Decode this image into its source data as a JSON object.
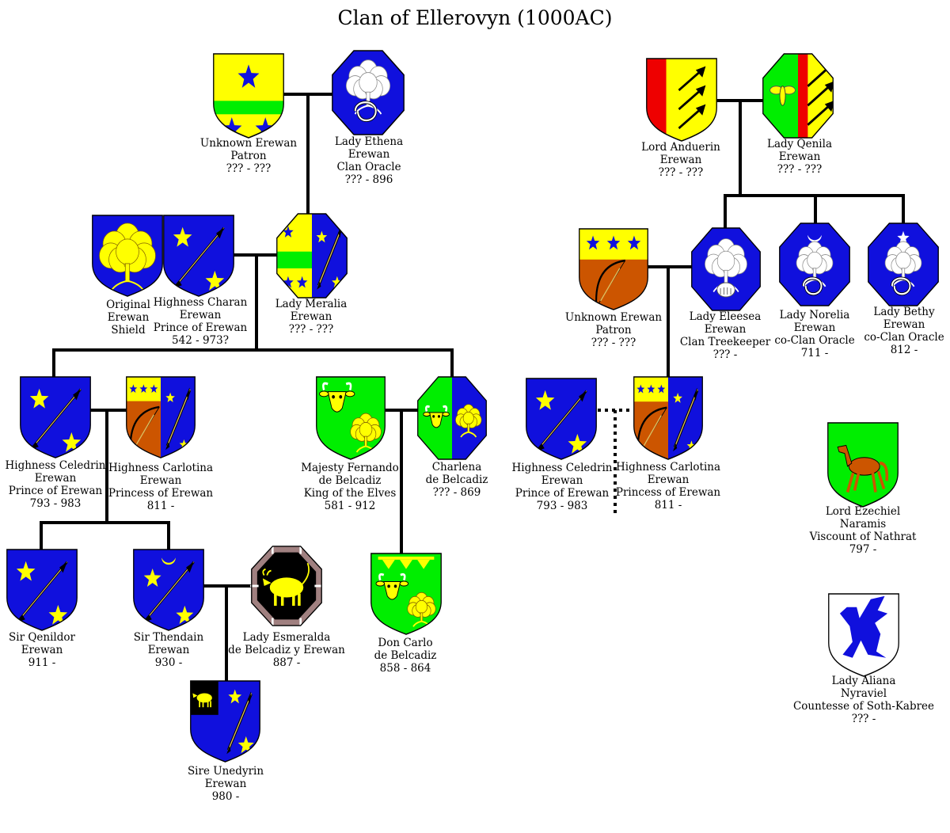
{
  "title": "Clan of Ellerovyn (1000AC)",
  "people": [
    {
      "id": "unknown-erewan-patron-1",
      "lines": [
        "Unknown Erewan",
        "Patron",
        "??? - ???"
      ],
      "arms": {
        "type": "heater",
        "layers": [
          [
            "fill",
            "#ffff00"
          ],
          [
            "band",
            "#00ee00",
            0.56,
            0.16
          ],
          [
            "star",
            "#1010dd",
            0.5,
            0.28,
            0.16
          ],
          [
            "star",
            "#1010dd",
            0.26,
            0.9,
            0.15
          ],
          [
            "star",
            "#1010dd",
            0.74,
            0.9,
            0.15
          ]
        ]
      }
    },
    {
      "id": "lady-ethena-erewan",
      "lines": [
        "Lady Ethena",
        "Erewan",
        "Clan Oracle",
        "??? - 896"
      ],
      "arms": {
        "type": "octagon",
        "layers": [
          [
            "fill",
            "#1010dd"
          ],
          [
            "tree",
            "#ffffff",
            0.5,
            0.38,
            0.26,
            "#888888"
          ],
          [
            "serpent",
            "#ffffff",
            0.5,
            0.72,
            0.18
          ]
        ]
      }
    },
    {
      "id": "lord-anduerin-erewan",
      "lines": [
        "Lord Anduerin",
        "Erewan",
        "??? - ???"
      ],
      "arms": {
        "type": "heater",
        "layers": [
          [
            "fill",
            "#ffff00"
          ],
          [
            "pale-left",
            "#ee0000",
            0.28
          ],
          [
            "arrows",
            "#000000",
            0.64,
            0.5
          ]
        ]
      }
    },
    {
      "id": "lady-qenila-erewan",
      "lines": [
        "Lady Qenila",
        "Erewan",
        "??? - ???"
      ],
      "arms": {
        "type": "octagon",
        "layers": [
          [
            "fill",
            "#ffff00"
          ],
          [
            "rect",
            "#00ee00",
            0,
            0,
            0.5,
            1
          ],
          [
            "rect",
            "#ee0000",
            0.5,
            0,
            0.14,
            1
          ],
          [
            "bee",
            "#ffff00",
            0.28,
            0.5
          ],
          [
            "arrows",
            "#000000",
            0.82,
            0.5
          ]
        ]
      }
    },
    {
      "id": "original-erewan-shield",
      "lines": [
        "Original",
        "Erewan",
        "Shield"
      ],
      "arms": {
        "type": "heater",
        "layers": [
          [
            "fill",
            "#1010dd"
          ],
          [
            "tree",
            "#ffff00",
            0.5,
            0.45,
            0.34,
            "#806000"
          ]
        ]
      }
    },
    {
      "id": "highness-charan-erewan",
      "lines": [
        "Highness Charan",
        "Erewan",
        "Prince of Erewan",
        "542 - 973?"
      ],
      "arms": {
        "type": "heater",
        "layers": [
          [
            "fill",
            "#1010dd"
          ],
          [
            "star",
            "#ffff00",
            0.27,
            0.28,
            0.14
          ],
          [
            "star",
            "#ffff00",
            0.73,
            0.82,
            0.14
          ],
          [
            "spear",
            "#000000"
          ]
        ]
      }
    },
    {
      "id": "lady-meralia-erewan",
      "lines": [
        "Lady Meralia",
        "Erewan",
        "??? - ???"
      ],
      "arms": {
        "type": "octagon",
        "layers": [
          [
            "fill",
            "#1010dd"
          ],
          [
            "rect",
            "#ffff00",
            0,
            0,
            0.5,
            1
          ],
          [
            "rect",
            "#00ee00",
            0,
            0.45,
            0.5,
            0.2
          ],
          [
            "star",
            "#1010dd",
            0.16,
            0.22,
            0.08
          ],
          [
            "star",
            "#1010dd",
            0.16,
            0.82,
            0.08
          ],
          [
            "star",
            "#1010dd",
            0.36,
            0.82,
            0.08
          ],
          [
            "star",
            "#ffff00",
            0.64,
            0.28,
            0.08
          ],
          [
            "star",
            "#ffff00",
            0.86,
            0.82,
            0.08
          ],
          [
            "spear",
            "#000000",
            0.5
          ]
        ]
      }
    },
    {
      "id": "unknown-erewan-patron-2",
      "lines": [
        "Unknown Erewan",
        "Patron",
        "??? - ???"
      ],
      "arms": {
        "type": "heater",
        "layers": [
          [
            "fill",
            "#cc5500"
          ],
          [
            "rect",
            "#ffff00",
            0,
            0,
            1,
            0.38
          ],
          [
            "star",
            "#1010dd",
            0.2,
            0.18,
            0.1
          ],
          [
            "star",
            "#1010dd",
            0.5,
            0.18,
            0.1
          ],
          [
            "star",
            "#1010dd",
            0.8,
            0.18,
            0.1
          ],
          [
            "bow",
            "#000000",
            0.45,
            0.7
          ]
        ]
      }
    },
    {
      "id": "lady-eleesea-erewan",
      "lines": [
        "Lady Eleesea",
        "Erewan",
        "Clan Treekeeper",
        "??? -"
      ],
      "arms": {
        "type": "octagon",
        "layers": [
          [
            "fill",
            "#1010dd"
          ],
          [
            "tree",
            "#ffffff",
            0.5,
            0.4,
            0.26,
            "#888888"
          ],
          [
            "hand",
            "#ffffff",
            0.5,
            0.75
          ]
        ]
      }
    },
    {
      "id": "lady-norelia-erewan",
      "lines": [
        "Lady Norelia",
        "Erewan",
        "co-Clan Oracle",
        "711 -"
      ],
      "arms": {
        "type": "octagon",
        "layers": [
          [
            "fill",
            "#1010dd"
          ],
          [
            "moon",
            "#ffffff",
            0.5,
            0.2
          ],
          [
            "tree",
            "#ffffff",
            0.5,
            0.45,
            0.22,
            "#888888"
          ],
          [
            "serpent",
            "#ffffff",
            0.5,
            0.76,
            0.16
          ]
        ]
      }
    },
    {
      "id": "lady-bethy-erewan",
      "lines": [
        "Lady Bethy",
        "Erewan",
        "co-Clan Oracle",
        "812 -"
      ],
      "arms": {
        "type": "octagon",
        "layers": [
          [
            "fill",
            "#1010dd"
          ],
          [
            "star",
            "#ffffff",
            0.5,
            0.18,
            0.09
          ],
          [
            "tree",
            "#ffffff",
            0.5,
            0.45,
            0.22,
            "#888888"
          ],
          [
            "serpent",
            "#ffffff",
            0.5,
            0.76,
            0.16
          ]
        ]
      }
    },
    {
      "id": "highness-celedrin-erewan-1",
      "lines": [
        "Highness Celedrin",
        "Erewan",
        "Prince of Erewan",
        "793 - 983"
      ],
      "arms": {
        "type": "heater",
        "layers": [
          [
            "fill",
            "#1010dd"
          ],
          [
            "star",
            "#ffff00",
            0.27,
            0.28,
            0.14
          ],
          [
            "star",
            "#ffff00",
            0.73,
            0.82,
            0.14
          ],
          [
            "spear",
            "#000000"
          ]
        ]
      }
    },
    {
      "id": "highness-carlotina-erewan-1",
      "lines": [
        "Highness Carlotina",
        "Erewan",
        "Princess of Erewan",
        "811 -"
      ],
      "arms": {
        "type": "heater",
        "layers": [
          [
            "fill",
            "#1010dd"
          ],
          [
            "rect",
            "#cc5500",
            0,
            0,
            0.5,
            1
          ],
          [
            "rect",
            "#ffff00",
            0,
            0,
            0.5,
            0.3
          ],
          [
            "star",
            "#1010dd",
            0.1,
            0.15,
            0.06
          ],
          [
            "star",
            "#1010dd",
            0.25,
            0.15,
            0.06
          ],
          [
            "star",
            "#1010dd",
            0.4,
            0.15,
            0.06
          ],
          [
            "bow",
            "#000000",
            0.26,
            0.68
          ],
          [
            "star",
            "#ffff00",
            0.64,
            0.26,
            0.07
          ],
          [
            "star",
            "#ffff00",
            0.84,
            0.84,
            0.07
          ],
          [
            "spear",
            "#000000",
            0.5
          ]
        ]
      }
    },
    {
      "id": "majesty-fernando-de-belcadiz",
      "lines": [
        "Majesty Fernando",
        "de Belcadiz",
        "King of the Elves",
        "581 - 912"
      ],
      "arms": {
        "type": "heater",
        "layers": [
          [
            "fill",
            "#00ee00"
          ],
          [
            "bull",
            "#ffff00",
            0.3,
            0.27,
            0.19
          ],
          [
            "tree",
            "#ffff00",
            0.72,
            0.64,
            0.19,
            "#806000"
          ]
        ]
      }
    },
    {
      "id": "charlena-de-belcadiz",
      "lines": [
        "Charlena",
        "de Belcadiz",
        "??? - 869"
      ],
      "arms": {
        "type": "octagon",
        "layers": [
          [
            "fill",
            "#1010dd"
          ],
          [
            "rect",
            "#00ee00",
            0,
            0,
            0.5,
            1
          ],
          [
            "bull",
            "#ffff00",
            0.27,
            0.5,
            0.14
          ],
          [
            "tree",
            "#ffff00",
            0.74,
            0.5,
            0.16,
            "#806000"
          ]
        ]
      }
    },
    {
      "id": "highness-celedrin-erewan-2",
      "lines": [
        "Highness Celedrin",
        "Erewan",
        "Prince of Erewan",
        "793 - 983"
      ],
      "arms": {
        "type": "heater",
        "layers": [
          [
            "fill",
            "#1010dd"
          ],
          [
            "star",
            "#ffff00",
            0.27,
            0.28,
            0.14
          ],
          [
            "star",
            "#ffff00",
            0.73,
            0.82,
            0.14
          ],
          [
            "spear",
            "#000000"
          ]
        ]
      }
    },
    {
      "id": "highness-carlotina-erewan-2",
      "lines": [
        "Highness Carlotina",
        "Erewan",
        "Princess of Erewan",
        "811 -"
      ],
      "arms": {
        "type": "heater",
        "layers": [
          [
            "fill",
            "#1010dd"
          ],
          [
            "rect",
            "#cc5500",
            0,
            0,
            0.5,
            1
          ],
          [
            "rect",
            "#ffff00",
            0,
            0,
            0.5,
            0.3
          ],
          [
            "star",
            "#1010dd",
            0.1,
            0.15,
            0.06
          ],
          [
            "star",
            "#1010dd",
            0.25,
            0.15,
            0.06
          ],
          [
            "star",
            "#1010dd",
            0.4,
            0.15,
            0.06
          ],
          [
            "bow",
            "#000000",
            0.26,
            0.68
          ],
          [
            "star",
            "#ffff00",
            0.64,
            0.26,
            0.07
          ],
          [
            "star",
            "#ffff00",
            0.84,
            0.84,
            0.07
          ],
          [
            "spear",
            "#000000",
            0.5
          ]
        ]
      }
    },
    {
      "id": "lord-ezechiel-naramis",
      "lines": [
        "Lord Ezechiel",
        "Naramis",
        "Viscount of Nathrat",
        "797 -"
      ],
      "arms": {
        "type": "heater",
        "layers": [
          [
            "fill",
            "#00ee00"
          ],
          [
            "horse",
            "#cc5500",
            0.5,
            0.48
          ]
        ]
      }
    },
    {
      "id": "sir-qenildor-erewan",
      "lines": [
        "Sir Qenildor",
        "Erewan",
        "911 -"
      ],
      "arms": {
        "type": "heater",
        "layers": [
          [
            "fill",
            "#1010dd"
          ],
          [
            "star",
            "#ffff00",
            0.27,
            0.28,
            0.14
          ],
          [
            "star",
            "#ffff00",
            0.73,
            0.82,
            0.14
          ],
          [
            "spear",
            "#000000"
          ]
        ]
      }
    },
    {
      "id": "sir-thendain-erewan",
      "lines": [
        "Sir Thendain",
        "Erewan",
        "930 -"
      ],
      "arms": {
        "type": "heater",
        "layers": [
          [
            "fill",
            "#1010dd"
          ],
          [
            "moon",
            "#ffff00",
            0.5,
            0.16
          ],
          [
            "star",
            "#ffff00",
            0.27,
            0.36,
            0.13
          ],
          [
            "star",
            "#ffff00",
            0.73,
            0.82,
            0.13
          ],
          [
            "spear",
            "#000000"
          ]
        ]
      }
    },
    {
      "id": "lady-esmeralda-de-belcadiz-y-erewan",
      "lines": [
        "Lady Esmeralda",
        "de Belcadiz y Erewan",
        "887 -"
      ],
      "arms": {
        "type": "bordure",
        "layers": [
          [
            "fill",
            "#000000"
          ],
          [
            "bull-passant",
            "#ffff00",
            0.5,
            0.5
          ]
        ]
      }
    },
    {
      "id": "don-carlo-de-belcadiz",
      "lines": [
        "Don Carlo",
        "de Belcadiz",
        "858 - 864"
      ],
      "arms": {
        "type": "heater",
        "layers": [
          [
            "fill",
            "#00ee00"
          ],
          [
            "label",
            "#ffff00"
          ],
          [
            "bull",
            "#ffff00",
            0.3,
            0.43,
            0.17
          ],
          [
            "tree",
            "#ffff00",
            0.72,
            0.66,
            0.17,
            "#806000"
          ]
        ]
      }
    },
    {
      "id": "sire-unedyrin-erewan",
      "lines": [
        "Sire Unedyrin",
        "Erewan",
        "980 -"
      ],
      "arms": {
        "type": "heater",
        "layers": [
          [
            "fill",
            "#1010dd"
          ],
          [
            "rect",
            "#000000",
            0,
            0,
            0.4,
            0.42
          ],
          [
            "bull-passant-small",
            "#ffff00",
            0.2,
            0.21
          ],
          [
            "star",
            "#ffff00",
            0.64,
            0.2,
            0.1
          ],
          [
            "star",
            "#ffff00",
            0.8,
            0.8,
            0.12
          ],
          [
            "spear",
            "#000000",
            0.45
          ]
        ]
      }
    },
    {
      "id": "lady-aliana-nyraviel",
      "lines": [
        "Lady Aliana",
        "Nyraviel",
        "Countesse of Soth-Kabree",
        "??? -"
      ],
      "arms": {
        "type": "heater",
        "layers": [
          [
            "fill",
            "#ffffff"
          ],
          [
            "griffin",
            "#1010dd",
            0.5,
            0.45
          ]
        ]
      }
    }
  ]
}
